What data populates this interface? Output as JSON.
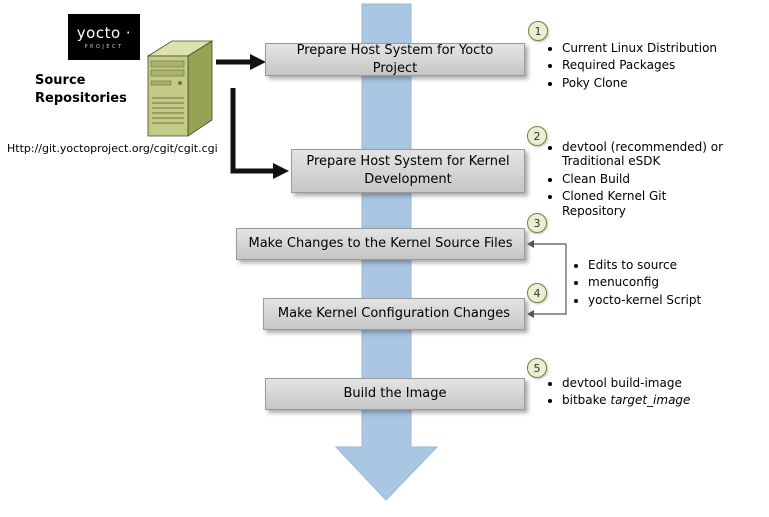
{
  "logo": {
    "title": "yocto ·",
    "subtitle": "PROJECT"
  },
  "source": {
    "label": "Source Repositories",
    "url": "Http://git.yoctoproject.org/cgit/cgit.cgi"
  },
  "steps": [
    {
      "num": "1",
      "label": "Prepare Host System for Yocto Project"
    },
    {
      "num": "2",
      "label": "Prepare Host System for Kernel Development"
    },
    {
      "num": "3",
      "label": "Make Changes to the Kernel Source Files"
    },
    {
      "num": "4",
      "label": "Make Kernel Configuration Changes"
    },
    {
      "num": "5",
      "label": "Build the Image"
    }
  ],
  "lists": {
    "step1": [
      "Current Linux Distribution",
      "Required Packages",
      "Poky Clone"
    ],
    "step2": [
      "devtool (recommended) or Traditional eSDK",
      "Clean Build",
      "Cloned Kernel Git Repository"
    ],
    "steps34": [
      "Edits to source",
      "menuconfig",
      "yocto-kernel Script"
    ],
    "step5": {
      "item1": "devtool build-image",
      "item2_prefix": "bitbake ",
      "item2_italic": "target_image"
    }
  },
  "icons": {
    "server": "server-tower-icon",
    "flow": "large-down-arrow",
    "connectors": "black-elbow-arrows",
    "bracket": "shared-items-bracket"
  },
  "colors": {
    "flow_arrow_blue": "#a9c6e3",
    "box_gray": "#d4d4d4",
    "circle_fill": "#e9efd2",
    "circle_border": "#75843e",
    "server_front": "#c3ca86",
    "server_side": "#95a355",
    "server_top": "#dce2ad",
    "logo_bg": "#000000"
  }
}
